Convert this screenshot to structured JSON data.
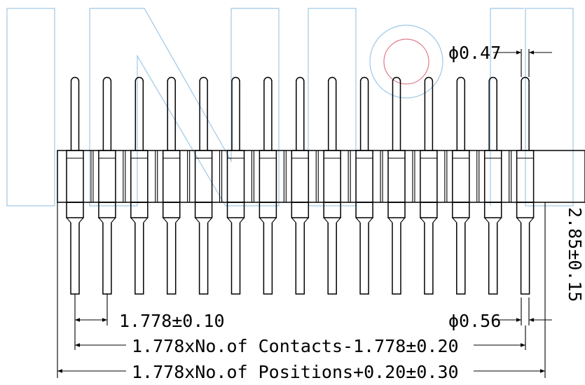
{
  "drawing": {
    "pin_count": 15,
    "dimensions": {
      "pin_tip_diameter": "ϕ0.47",
      "pin_tail_diameter": "ϕ0.56",
      "pitch": "1.778±0.10",
      "contacts_span": "1.778xNo.of Contacts-1.778±0.20",
      "positions_span": "1.778xNo.of Positions+0.20±0.30",
      "body_height": "2.85±0.15"
    },
    "watermark": {
      "text": "INNPI",
      "color": "#9ec8e6",
      "accent_color": "#e07a8a"
    }
  }
}
